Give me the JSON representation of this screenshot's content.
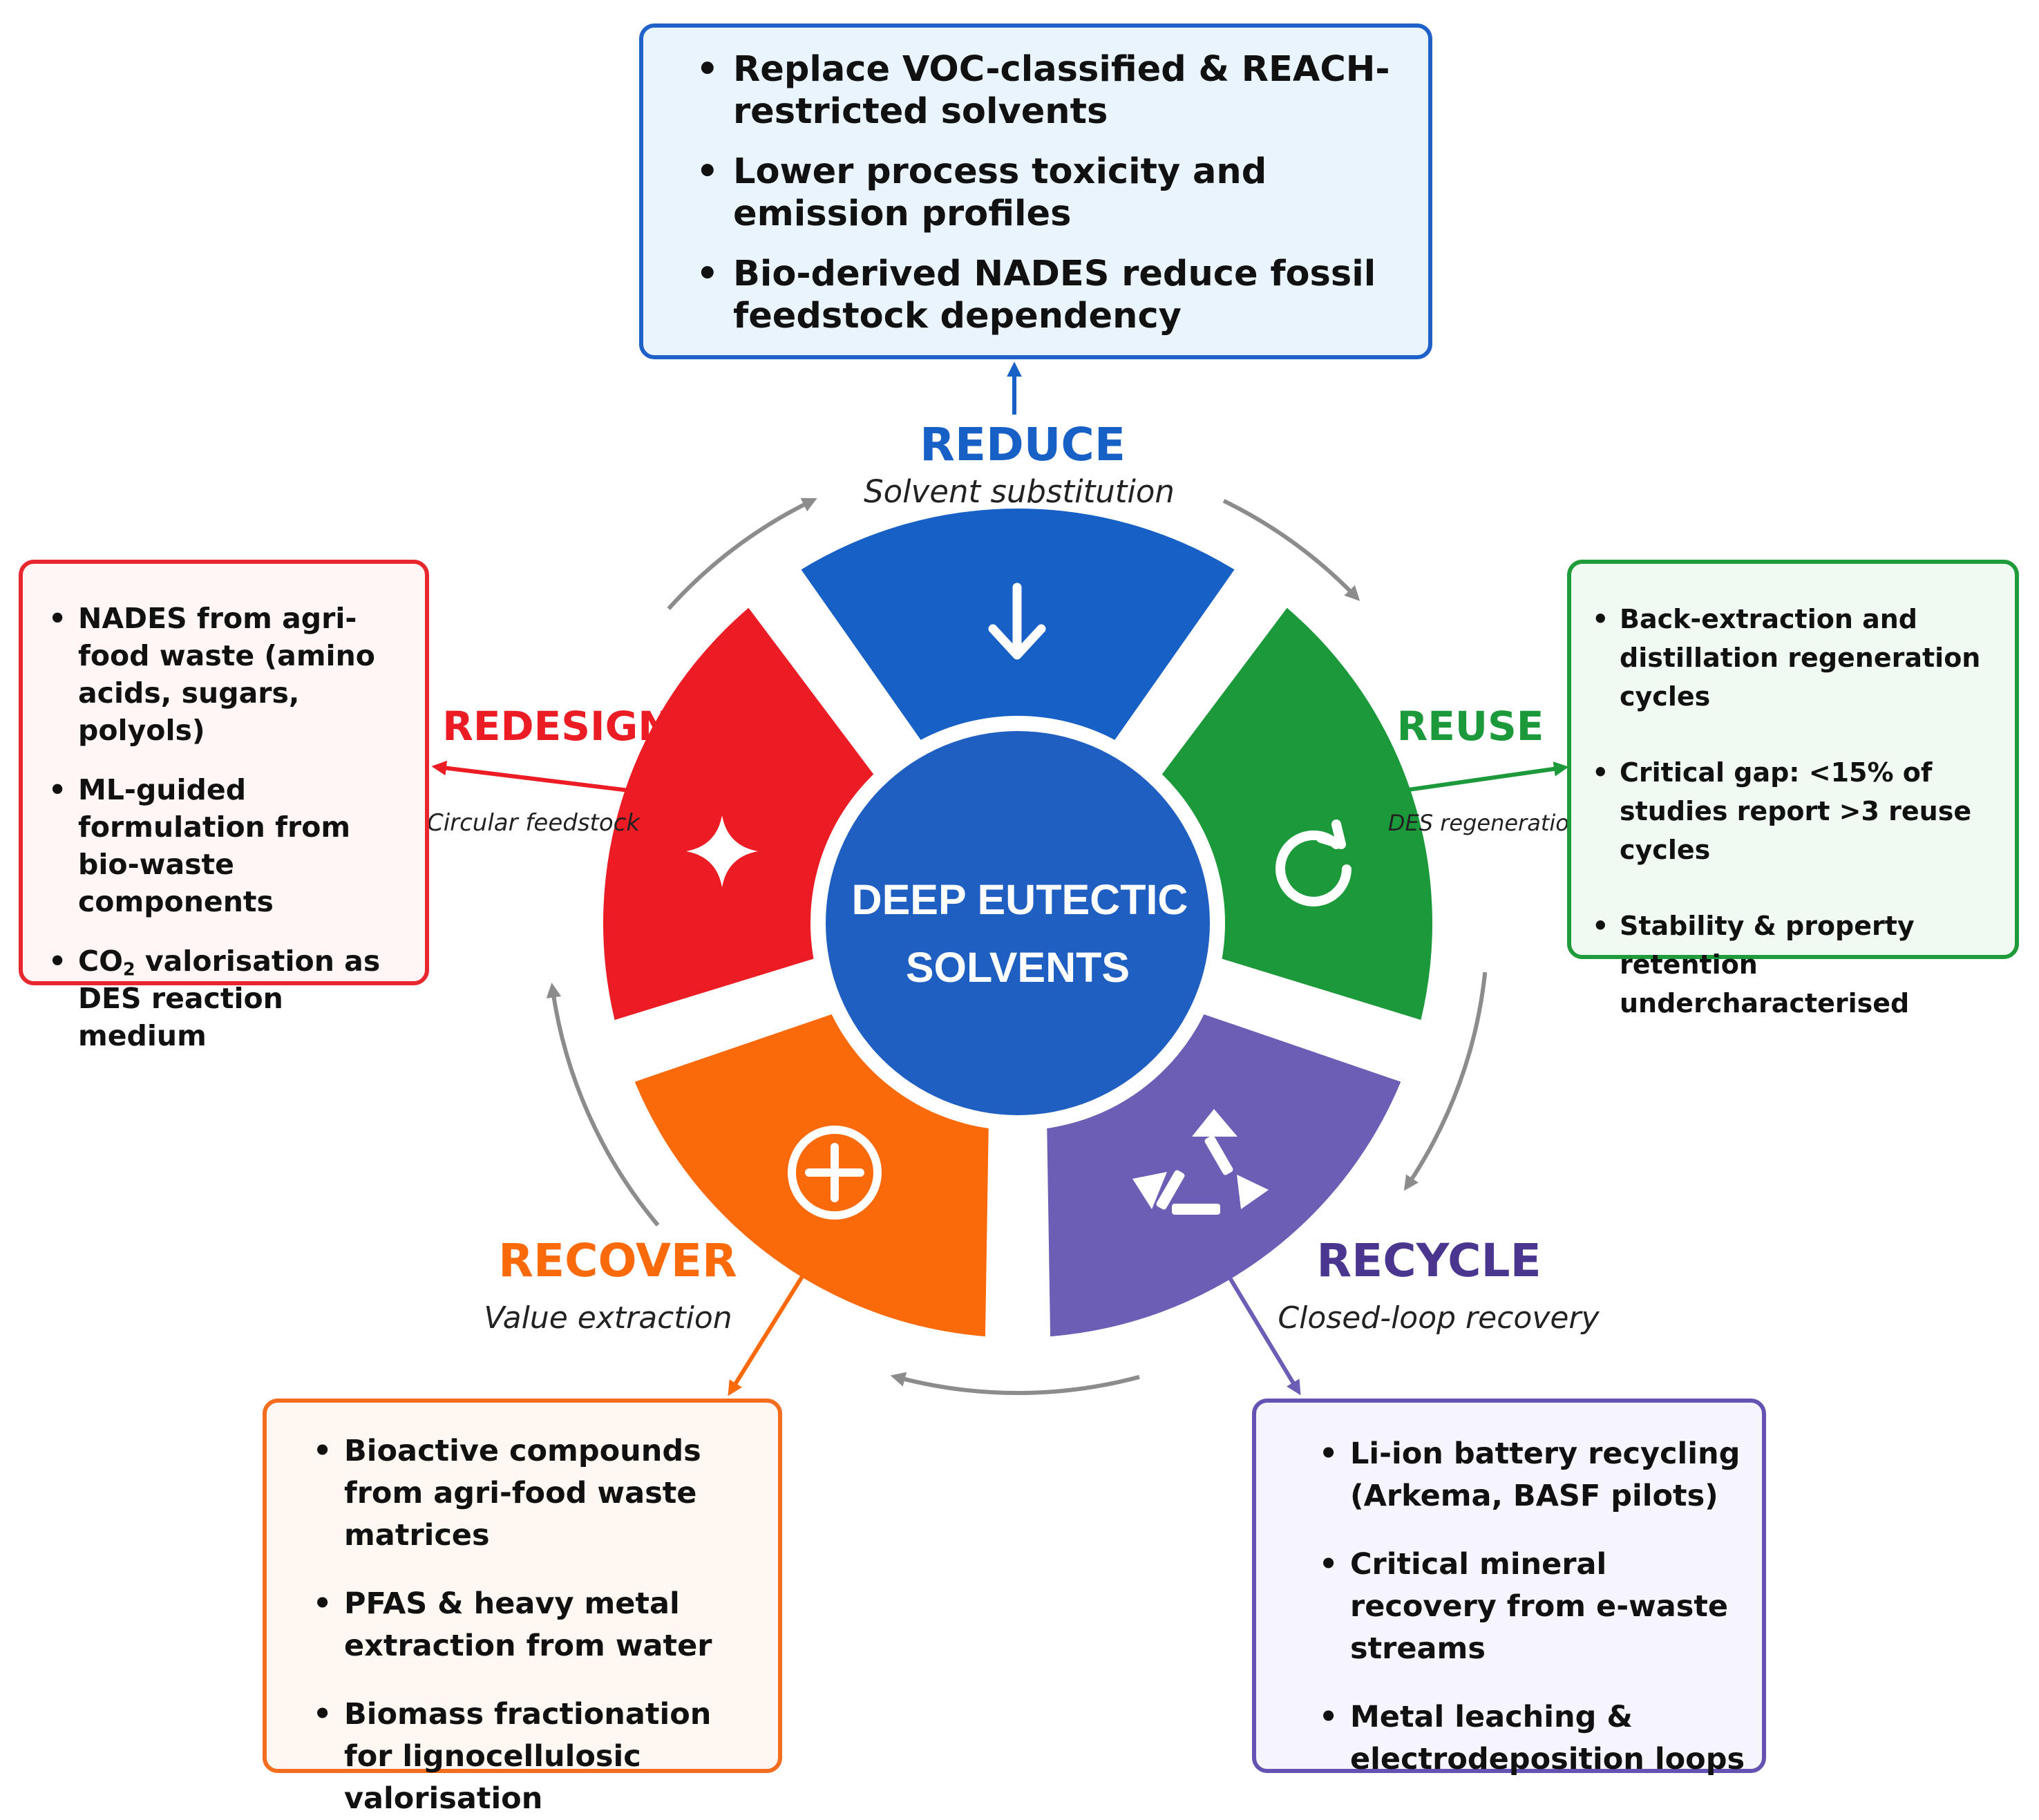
{
  "center": {
    "line1": "DEEP EUTECTIC",
    "line2": "SOLVENTS"
  },
  "colors": {
    "reduce": "#1760c5",
    "reuse": "#1c9a3b",
    "recycle": "#6c5db5",
    "recover": "#fb6a0a",
    "redesign": "#ec1c24",
    "center": "#1f5fc2",
    "cycle_arrows": "#8c8c8c"
  },
  "segments": {
    "reduce": {
      "title": "REDUCE",
      "subtitle": "Solvent substitution",
      "icon": "arrow-down-icon"
    },
    "reuse": {
      "title": "REUSE",
      "subtitle": "DES regeneration",
      "icon": "refresh-icon"
    },
    "recycle": {
      "title": "RECYCLE",
      "subtitle": "Closed-loop recovery",
      "icon": "recycle-icon"
    },
    "recover": {
      "title": "RECOVER",
      "subtitle": "Value extraction",
      "icon": "circled-plus-icon"
    },
    "redesign": {
      "title": "REDESIGN",
      "subtitle": "Circular feedstock",
      "icon": "sparkle-icon"
    }
  },
  "boxes": {
    "reduce": [
      "Replace VOC-classified & REACH-restricted solvents",
      "Lower process toxicity and emission profiles",
      "Bio-derived NADES reduce fossil feedstock dependency"
    ],
    "redesign": [
      "NADES from agri-food waste (amino acids, sugars, polyols)",
      "ML-guided formulation from bio-waste components",
      {
        "pre": "CO",
        "sub": "2",
        "post": " valorisation as DES reaction medium"
      }
    ],
    "reuse": [
      "Back-extraction and distillation regeneration cycles",
      "Critical gap: <15% of studies report >3 reuse cycles",
      "Stability & property retention undercharacterised"
    ],
    "recover": [
      "Bioactive compounds from agri-food waste matrices",
      "PFAS & heavy metal extraction from water",
      "Biomass fractionation for lignocellulosic valorisation"
    ],
    "recycle": [
      "Li-ion battery recycling (Arkema, BASF pilots)",
      "Critical mineral recovery from e-waste streams",
      "Metal leaching & electrodeposition loops"
    ]
  }
}
